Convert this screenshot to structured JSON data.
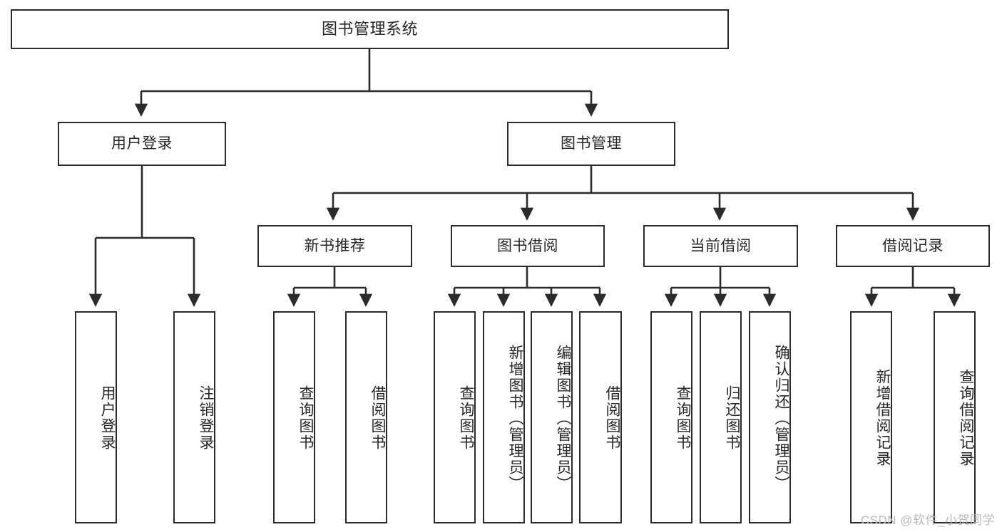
{
  "diagram": {
    "title": "图书管理系统",
    "type": "tree-hierarchy-chart",
    "root": {
      "label": "图书管理系统"
    },
    "level2": [
      {
        "label": "用户登录"
      },
      {
        "label": "图书管理"
      }
    ],
    "level3": [
      {
        "label": "新书推荐"
      },
      {
        "label": "图书借阅"
      },
      {
        "label": "当前借阅"
      },
      {
        "label": "借阅记录"
      }
    ],
    "leaves": {
      "user_login": [
        {
          "label": "用户登录"
        },
        {
          "label": "注销登录"
        }
      ],
      "new_book_recommend": [
        {
          "label": "查询图书"
        },
        {
          "label": "借阅图书"
        }
      ],
      "book_borrow": [
        {
          "label": "查询图书"
        },
        {
          "label": "新增图书（管理员）"
        },
        {
          "label": "编辑图书（管理员）"
        },
        {
          "label": "借阅图书"
        }
      ],
      "current_borrow": [
        {
          "label": "查询图书"
        },
        {
          "label": "归还图书"
        },
        {
          "label": "确认归还（管理员）"
        }
      ],
      "borrow_record": [
        {
          "label": "新增借阅记录"
        },
        {
          "label": "查询借阅记录"
        }
      ]
    }
  },
  "watermark": {
    "text": "CSDN @软件_小贺同学"
  },
  "colors": {
    "stroke": "#2b2b2b",
    "text": "#262626",
    "background": "#ffffff",
    "watermark": "#b9b9b9"
  }
}
